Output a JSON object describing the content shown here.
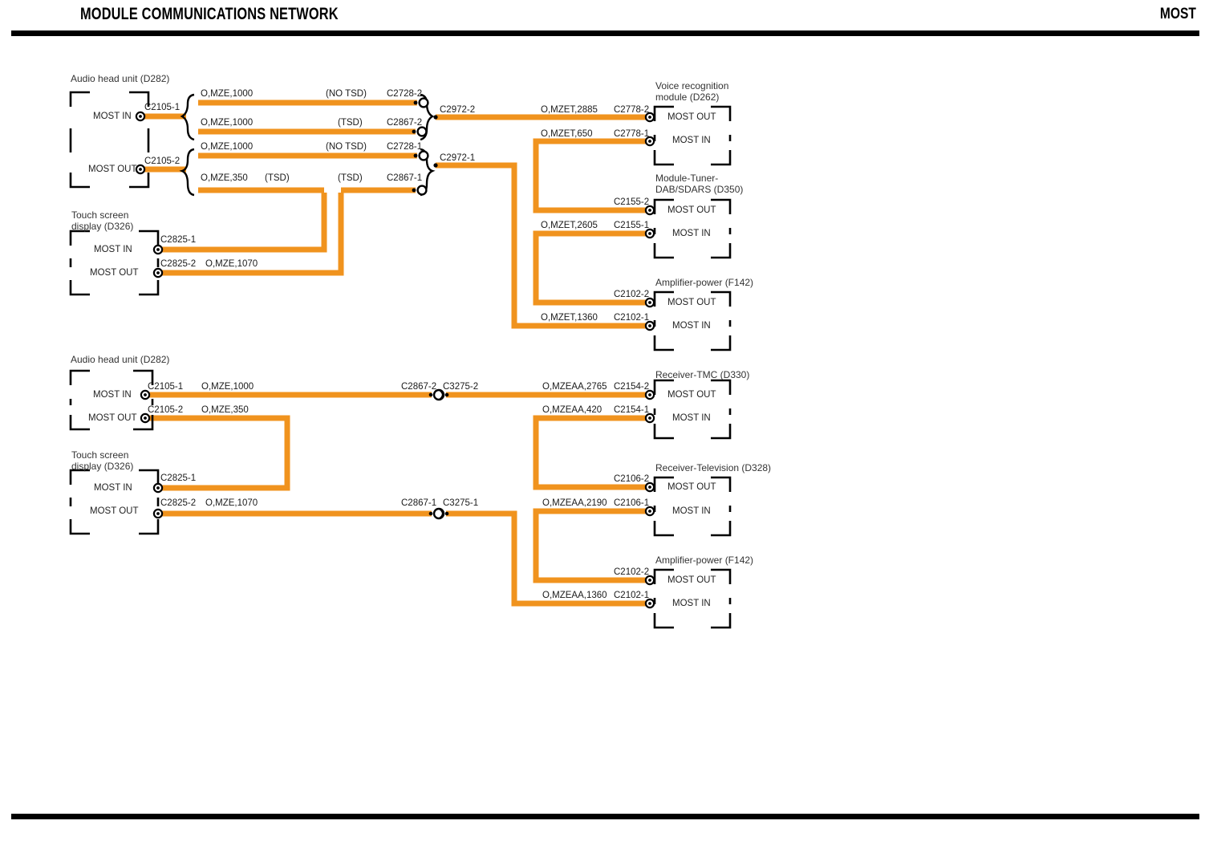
{
  "header": {
    "title": "MODULE COMMUNICATIONS NETWORK",
    "right_label": "MOST"
  },
  "diagrams": [
    {
      "id": "top",
      "modules": [
        {
          "name": "audio-head-unit",
          "title": "Audio head unit (D282)",
          "terminals": [
            "MOST IN",
            "MOST OUT"
          ]
        },
        {
          "name": "touch-screen-display",
          "title": "Touch screen\ndisplay (D326)",
          "terminals": [
            "MOST IN",
            "MOST OUT"
          ]
        },
        {
          "name": "voice-recognition-module",
          "title": "Voice recognition\nmodule (D262)",
          "terminals": [
            "MOST OUT",
            "MOST IN"
          ]
        },
        {
          "name": "module-tuner-dab-sdars",
          "title": "Module-Tuner-\nDAB/SDARS (D350)",
          "terminals": [
            "MOST OUT",
            "MOST IN"
          ]
        },
        {
          "name": "amplifier-power",
          "title": "Amplifier-power (F142)",
          "terminals": [
            "MOST OUT",
            "MOST IN"
          ]
        }
      ],
      "connectors": [
        "C2105-1",
        "C2105-2",
        "C2728-2",
        "C2867-2",
        "C2728-1",
        "C2867-1",
        "C2972-2",
        "C2972-1",
        "C2825-1",
        "C2825-2",
        "C2778-2",
        "C2778-1",
        "C2155-2",
        "C2155-1",
        "C2102-2",
        "C2102-1"
      ],
      "wires": [
        "O,MZE,1000",
        "O,MZE,1000",
        "O,MZE,1000",
        "O,MZE,350",
        "O,MZE,1070",
        "O,MZET,2885",
        "O,MZET,650",
        "O,MZET,2605",
        "O,MZET,1360"
      ],
      "notes": [
        "(NO TSD)",
        "(TSD)",
        "(NO TSD)",
        "(TSD)",
        "(TSD)"
      ]
    },
    {
      "id": "bottom",
      "modules": [
        {
          "name": "audio-head-unit",
          "title": "Audio head unit (D282)",
          "terminals": [
            "MOST IN",
            "MOST OUT"
          ]
        },
        {
          "name": "touch-screen-display",
          "title": "Touch screen\ndisplay (D326)",
          "terminals": [
            "MOST IN",
            "MOST OUT"
          ]
        },
        {
          "name": "receiver-tmc",
          "title": "Receiver-TMC (D330)",
          "terminals": [
            "MOST OUT",
            "MOST IN"
          ]
        },
        {
          "name": "receiver-television",
          "title": "Receiver-Television (D328)",
          "terminals": [
            "MOST OUT",
            "MOST IN"
          ]
        },
        {
          "name": "amplifier-power",
          "title": "Amplifier-power (F142)",
          "terminals": [
            "MOST OUT",
            "MOST IN"
          ]
        }
      ],
      "connectors": [
        "C2105-1",
        "C2105-2",
        "C2825-1",
        "C2825-2",
        "C2867-2",
        "C3275-2",
        "C2867-1",
        "C3275-1",
        "C2154-2",
        "C2154-1",
        "C2106-2",
        "C2106-1",
        "C2102-2",
        "C2102-1"
      ],
      "wires": [
        "O,MZE,1000",
        "O,MZE,350",
        "O,MZE,1070",
        "O,MZEAA,2765",
        "O,MZEAA,420",
        "O,MZEAA,2190",
        "O,MZEAA,1360"
      ]
    }
  ],
  "labels": {
    "t1_mod1_title": "Audio head unit (D282)",
    "t1_mod1_t1": "MOST IN",
    "t1_mod1_t2": "MOST OUT",
    "t1_c2105_1": "C2105-1",
    "t1_c2105_2": "C2105-2",
    "t1_w1": "O,MZE,1000",
    "t1_n1": "(NO TSD)",
    "t1_c2728_2": "C2728-2",
    "t1_w2": "O,MZE,1000",
    "t1_n2": "(TSD)",
    "t1_c2867_2": "C2867-2",
    "t1_w3": "O,MZE,1000",
    "t1_n3": "(NO TSD)",
    "t1_c2728_1": "C2728-1",
    "t1_w4": "O,MZE,350",
    "t1_n4": "(TSD)",
    "t1_n5": "(TSD)",
    "t1_c2867_1": "C2867-1",
    "t1_c2972_2": "C2972-2",
    "t1_c2972_1": "C2972-1",
    "t1_mod2_title_a": "Touch screen",
    "t1_mod2_title_b": "display (D326)",
    "t1_mod2_t1": "MOST IN",
    "t1_mod2_t2": "MOST OUT",
    "t1_c2825_1": "C2825-1",
    "t1_c2825_2": "C2825-2",
    "t1_w5": "O,MZE,1070",
    "t1_mod3_title_a": "Voice recognition",
    "t1_mod3_title_b": "module (D262)",
    "t1_mod3_t1": "MOST OUT",
    "t1_mod3_t2": "MOST IN",
    "t1_w6": "O,MZET,2885",
    "t1_c2778_2": "C2778-2",
    "t1_w7": "O,MZET,650",
    "t1_c2778_1": "C2778-1",
    "t1_mod4_title_a": "Module-Tuner-",
    "t1_mod4_title_b": "DAB/SDARS (D350)",
    "t1_mod4_t1": "MOST OUT",
    "t1_mod4_t2": "MOST IN",
    "t1_c2155_2": "C2155-2",
    "t1_w8": "O,MZET,2605",
    "t1_c2155_1": "C2155-1",
    "t1_mod5_title": "Amplifier-power (F142)",
    "t1_mod5_t1": "MOST OUT",
    "t1_mod5_t2": "MOST IN",
    "t1_c2102_2": "C2102-2",
    "t1_w9": "O,MZET,1360",
    "t1_c2102_1": "C2102-1",
    "t2_mod1_title": "Audio head unit (D282)",
    "t2_mod1_t1": "MOST IN",
    "t2_mod1_t2": "MOST OUT",
    "t2_c2105_1": "C2105-1",
    "t2_w1": "O,MZE,1000",
    "t2_c2105_2": "C2105-2",
    "t2_w2": "O,MZE,350",
    "t2_c2867_2": "C2867-2",
    "t2_c3275_2": "C3275-2",
    "t2_w3": "O,MZEAA,2765",
    "t2_c2154_2": "C2154-2",
    "t2_mod3_title": "Receiver-TMC (D330)",
    "t2_mod3_t1": "MOST OUT",
    "t2_mod3_t2": "MOST IN",
    "t2_w4": "O,MZEAA,420",
    "t2_c2154_1": "C2154-1",
    "t2_mod2_title_a": "Touch screen",
    "t2_mod2_title_b": "display (D326)",
    "t2_mod2_t1": "MOST IN",
    "t2_mod2_t2": "MOST OUT",
    "t2_c2825_1": "C2825-1",
    "t2_c2825_2": "C2825-2",
    "t2_w5": "O,MZE,1070",
    "t2_c2867_1": "C2867-1",
    "t2_c3275_1": "C3275-1",
    "t2_mod4_title": "Receiver-Television (D328)",
    "t2_mod4_t1": "MOST OUT",
    "t2_mod4_t2": "MOST IN",
    "t2_c2106_2": "C2106-2",
    "t2_w6": "O,MZEAA,2190",
    "t2_c2106_1": "C2106-1",
    "t2_mod5_title": "Amplifier-power (F142)",
    "t2_mod5_t1": "MOST OUT",
    "t2_mod5_t2": "MOST IN",
    "t2_c2102_2": "C2102-2",
    "t2_w7": "O,MZEAA,1360",
    "t2_c2102_1": "C2102-1"
  },
  "colors": {
    "wire_orange": "#F0931E",
    "ink": "#000000",
    "text": "#1a1a1a"
  }
}
